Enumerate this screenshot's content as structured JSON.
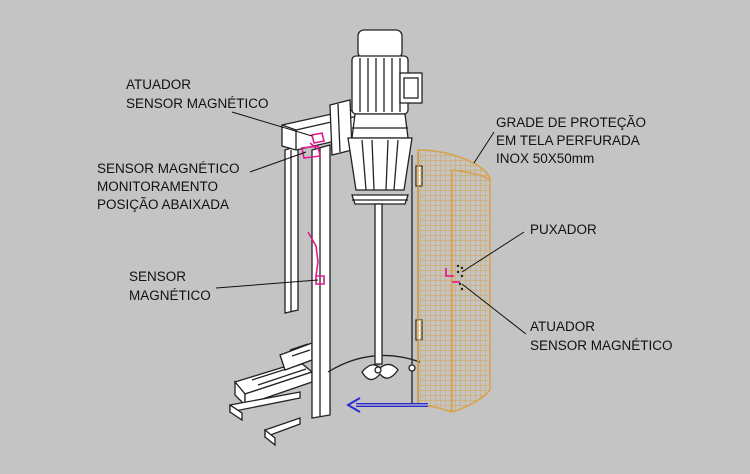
{
  "colors": {
    "background": "#c4c4c4",
    "machine_stroke": "#222222",
    "machine_fill": "#ffffff",
    "mesh": "#d9a24a",
    "sensor": "#e0188c",
    "arrow": "#2a2ad0"
  },
  "labels": {
    "actuator_top": [
      "ATUADOR",
      "SENSOR MAGNÉTICO"
    ],
    "sensor_monitor": [
      "SENSOR MAGNÉTICO",
      "MONITORAMENTO",
      "POSIÇÃO ABAIXADA"
    ],
    "sensor_column": [
      "SENSOR",
      "MAGNÉTICO"
    ],
    "guard": [
      "GRADE DE PROTEÇÃO",
      "EM TELA PERFURADA",
      "INOX 50X50mm"
    ],
    "handle": "PUXADOR",
    "actuator_guard": [
      "ATUADOR",
      "SENSOR MAGNÉTICO"
    ]
  }
}
